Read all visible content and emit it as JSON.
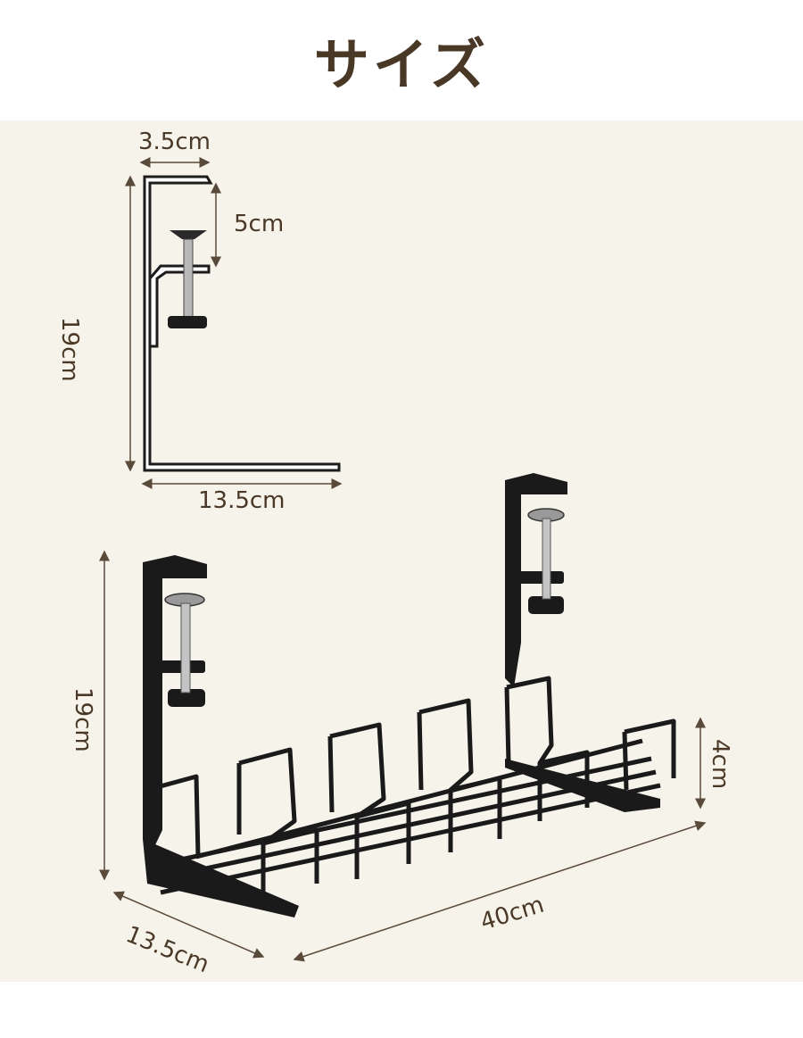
{
  "title": "サイズ",
  "colors": {
    "panel": "#f6f3ea",
    "text": "#4a3826",
    "metal": "#1c1c1c",
    "arrow": "#5a4a3a"
  },
  "side_view": {
    "top_width": "3.5cm",
    "clamp_height": "5cm",
    "height": "19cm",
    "base_width": "13.5cm"
  },
  "product_view": {
    "height": "19cm",
    "depth": "13.5cm",
    "length": "40cm",
    "basket_height": "4cm"
  }
}
